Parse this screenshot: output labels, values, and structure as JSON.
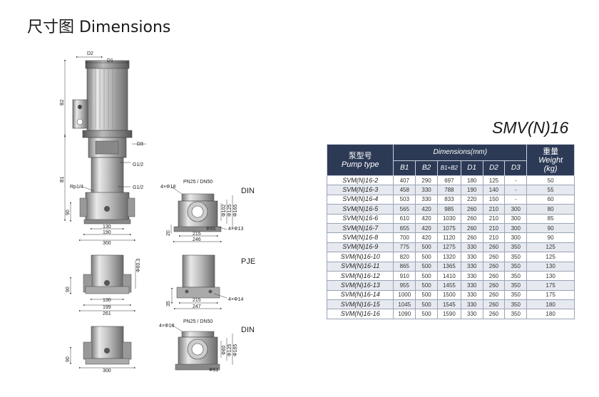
{
  "page": {
    "title": "尺寸图 Dimensions",
    "model": "SMV(N)16"
  },
  "drawing_labels": {
    "din_1": "DIN",
    "pje": "PJE",
    "din_2": "DIN",
    "main": {
      "d2": "D2",
      "d1": "D1",
      "d3": "D3",
      "b2": "B2",
      "b1": "B1",
      "g12_top": "G1/2",
      "g12_bot": "G1/2",
      "rp14": "Rp1/4",
      "h90": "90",
      "w130": "130",
      "w190": "190",
      "w300": "300"
    },
    "side_din": {
      "pn": "PN25 / DN50",
      "holes": "4×Φ18",
      "d102": "Φ102",
      "d125": "Φ125",
      "d165": "Φ165",
      "d65": "Φ65",
      "holes2": "4×Φ13",
      "h20": "20",
      "w215": "215",
      "w246": "246"
    },
    "mid_front": {
      "d603": "Φ60.3",
      "h90": "90",
      "w130": "130",
      "w199": "199",
      "w261": "261"
    },
    "side_pje": {
      "h35": "35",
      "w215": "215",
      "w247": "247",
      "holes": "4×Φ14"
    },
    "bot_front": {
      "h90": "90",
      "w300": "300"
    },
    "side_din2": {
      "pn": "PN25 / DN50",
      "holes": "4×Φ18",
      "d60": "Φ60",
      "d125": "Φ125",
      "d165": "Φ165",
      "d51": "Φ51"
    }
  },
  "table": {
    "header": {
      "pump_type_cn": "泵型号",
      "pump_type_en": "Pump type",
      "dimensions": "Dimensions(mm)",
      "weight_cn": "重量",
      "weight_en": "Weight",
      "weight_unit": "(kg)",
      "cols": [
        "B1",
        "B2",
        "B1+B2",
        "D1",
        "D2",
        "D3"
      ]
    },
    "rows": [
      {
        "name": "SVM(N)16-2",
        "b1": "407",
        "b2": "290",
        "b12": "697",
        "d1": "180",
        "d2": "125",
        "d3": "-",
        "w": "50"
      },
      {
        "name": "SVM(N)16-3",
        "b1": "458",
        "b2": "330",
        "b12": "788",
        "d1": "190",
        "d2": "140",
        "d3": "-",
        "w": "55"
      },
      {
        "name": "SVM(N)16-4",
        "b1": "503",
        "b2": "330",
        "b12": "833",
        "d1": "220",
        "d2": "150",
        "d3": "-",
        "w": "60"
      },
      {
        "name": "SVM(N)16-5",
        "b1": "565",
        "b2": "420",
        "b12": "985",
        "d1": "260",
        "d2": "210",
        "d3": "300",
        "w": "80"
      },
      {
        "name": "SVM(N)16-6",
        "b1": "610",
        "b2": "420",
        "b12": "1030",
        "d1": "260",
        "d2": "210",
        "d3": "300",
        "w": "85"
      },
      {
        "name": "SVM(N)16-7",
        "b1": "655",
        "b2": "420",
        "b12": "1075",
        "d1": "260",
        "d2": "210",
        "d3": "300",
        "w": "90"
      },
      {
        "name": "SVM(N)16-8",
        "b1": "700",
        "b2": "420",
        "b12": "1120",
        "d1": "260",
        "d2": "210",
        "d3": "300",
        "w": "90"
      },
      {
        "name": "SVM(N)16-9",
        "b1": "775",
        "b2": "500",
        "b12": "1275",
        "d1": "330",
        "d2": "260",
        "d3": "350",
        "w": "125"
      },
      {
        "name": "SVM(N)16-10",
        "b1": "820",
        "b2": "500",
        "b12": "1320",
        "d1": "330",
        "d2": "260",
        "d3": "350",
        "w": "125"
      },
      {
        "name": "SVM(N)16-11",
        "b1": "865",
        "b2": "500",
        "b12": "1365",
        "d1": "330",
        "d2": "260",
        "d3": "350",
        "w": "130"
      },
      {
        "name": "SVM(N)16-12",
        "b1": "910",
        "b2": "500",
        "b12": "1410",
        "d1": "330",
        "d2": "260",
        "d3": "350",
        "w": "130"
      },
      {
        "name": "SVM(N)16-13",
        "b1": "955",
        "b2": "500",
        "b12": "1455",
        "d1": "330",
        "d2": "260",
        "d3": "350",
        "w": "175"
      },
      {
        "name": "SVM(N)16-14",
        "b1": "1000",
        "b2": "500",
        "b12": "1500",
        "d1": "330",
        "d2": "260",
        "d3": "350",
        "w": "175"
      },
      {
        "name": "SVM(N)16-15",
        "b1": "1045",
        "b2": "500",
        "b12": "1545",
        "d1": "330",
        "d2": "260",
        "d3": "350",
        "w": "180"
      },
      {
        "name": "SVM(N)16-16",
        "b1": "1090",
        "b2": "500",
        "b12": "1590",
        "d1": "330",
        "d2": "260",
        "d3": "350",
        "w": "180"
      }
    ]
  }
}
